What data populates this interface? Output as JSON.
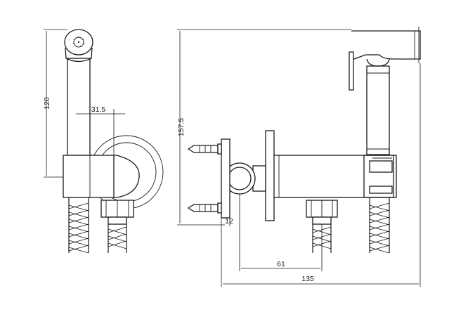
{
  "dimensions": {
    "height_total": "157.5",
    "height_head": "120",
    "offset_side": "31.5",
    "bracket_depth": "12",
    "spout_spacing": "61",
    "width_total": "135"
  }
}
